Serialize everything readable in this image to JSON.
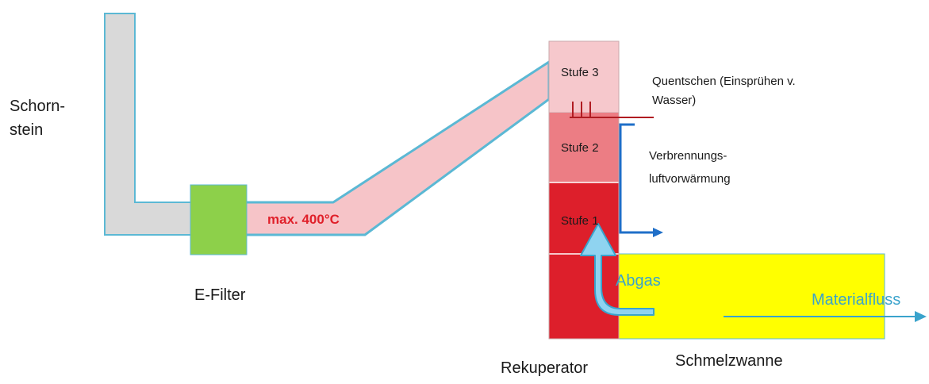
{
  "labels": {
    "chimney": [
      "Schorn-",
      "stein"
    ],
    "efilter": "E-Filter",
    "temperature": "max. 400°C",
    "stage3": "Stufe 3",
    "stage2": "Stufe 2",
    "stage1": "Stufe 1",
    "quench": [
      "Quentschen (Einsprühen v.",
      "Wasser)"
    ],
    "preheat": [
      "Verbrennungs-",
      "luftvorwärmung"
    ],
    "exhaust": "Abgas",
    "materialflow": "Materialfluss",
    "recuperator": "Rekuperator",
    "furnace": "Schmelzwanne"
  },
  "colors": {
    "chimney_fill": "#d9d9d9",
    "duct_outline": "#5bb8d4",
    "efilter_fill": "#8dd04a",
    "duct_fill": "#f6c4c8",
    "temperature_text": "#e0202a",
    "stage3_fill": "#f6c8cc",
    "stage2_fill": "#ec7d84",
    "stage1_fill": "#dd1f2b",
    "furnace_fill": "#ffff00",
    "quench_line": "#b01c22",
    "preheat_line": "#1f6fc8",
    "flow_arrow": "#3aa3cc",
    "exhaust_arrow": "#8fd3f0"
  }
}
